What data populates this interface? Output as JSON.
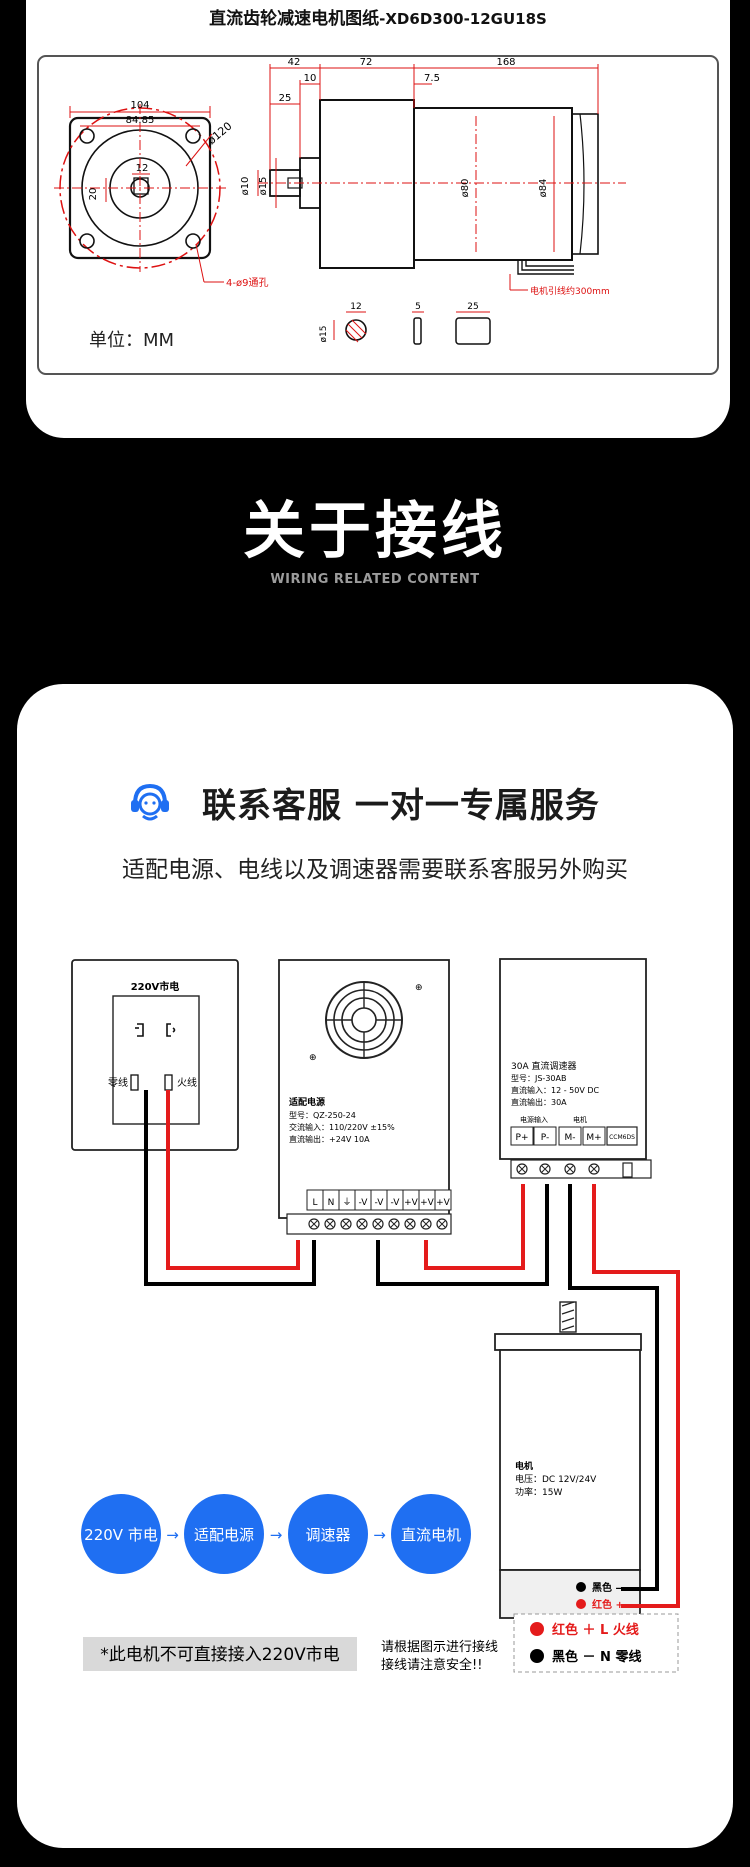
{
  "drawing": {
    "title": "直流齿轮减速电机图纸",
    "model": "-XD6D300-12GU18S",
    "unit_label": "单位：MM",
    "dims": {
      "w104": "104",
      "w8485": "84.85",
      "d12": "12",
      "d20": "20",
      "phi120": "ø120",
      "holes": "4-ø9通孔",
      "l42": "42",
      "l72": "72",
      "l168": "168",
      "l10": "10",
      "l75": "7.5",
      "l25": "25",
      "phi10": "ø10",
      "phi15": "ø15",
      "phi80": "ø80",
      "phi84": "ø84",
      "lead": "电机引线约300mm",
      "k12": "12",
      "k5": "5",
      "k25": "25",
      "kphi15": "ø15"
    }
  },
  "section": {
    "title": "关于接线",
    "subtitle": "WIRING RELATED CONTENT"
  },
  "service": {
    "title": "联系客服 一对一专属服务",
    "subtitle": "适配电源、电线以及调速器需要联系客服另外购买"
  },
  "outlet": {
    "title": "220V市电",
    "neutral": "零线",
    "live": "火线"
  },
  "psu": {
    "name": "适配电源",
    "model": "型号：QZ-250-24",
    "ac_in": "交流输入：110/220V ±15%",
    "dc_out": "直流输出：+24V 10A",
    "terminals": [
      "L",
      "N",
      "⏚",
      "-V",
      "-V",
      "-V",
      "+V",
      "+V",
      "+V"
    ]
  },
  "controller": {
    "name": "30A 直流调速器",
    "model": "型号：JS-30AB",
    "dc_in": "直流输入：12 - 50V DC",
    "dc_out": "直流输出：30A",
    "group_power": "电源输入",
    "group_motor": "电机",
    "terminals": [
      "P+",
      "P-",
      "M-",
      "M+"
    ],
    "extra": "CCM6DS"
  },
  "motor": {
    "name": "电机",
    "voltage": "电压：DC 12V/24V",
    "power": "功率：15W",
    "black_wire": "黑色 —",
    "red_wire": "红色 +"
  },
  "flow": {
    "steps": [
      "220V 市电",
      "适配电源",
      "调速器",
      "直流电机"
    ],
    "arrow": "→",
    "color": "#1f6ff2"
  },
  "notes": {
    "warning": "*此电机不可直接接入220V市电",
    "advice_line1": "请根据图示进行接线",
    "advice_line2": "接线请注意安全!!",
    "legend_red": "红色 ＋   L  火线",
    "legend_black": "黑色 －   N  零线"
  },
  "colors": {
    "red": "#e41b1b",
    "blue": "#1f6ff2",
    "black": "#000000"
  }
}
